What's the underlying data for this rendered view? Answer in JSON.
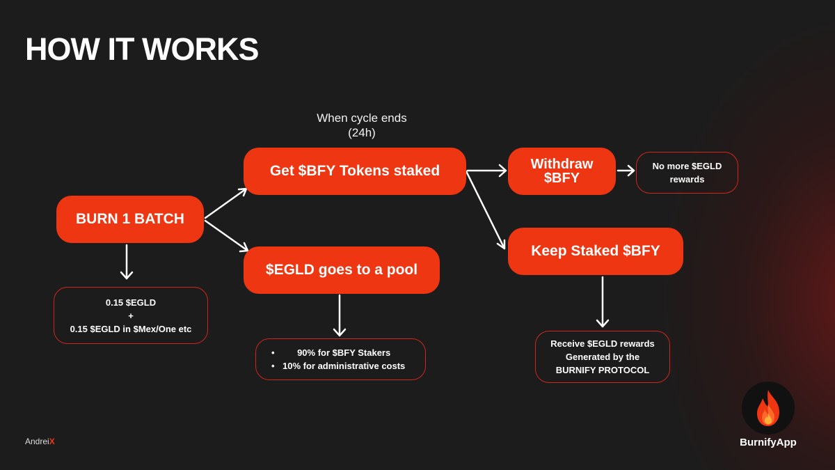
{
  "title": "HOW IT WORKS",
  "cycle_note": {
    "line1": "When cycle ends",
    "line2": "(24h)"
  },
  "boxes": {
    "burn": "BURN 1 BATCH",
    "get_staked": "Get $BFY Tokens staked",
    "pool": "$EGLD goes to a pool",
    "withdraw_line1": "Withdraw",
    "withdraw_line2": "$BFY",
    "keep": "Keep Staked $BFY"
  },
  "notes": {
    "cost": [
      "0.15 $EGLD",
      "+",
      "0.15 $EGLD in $Mex/One etc"
    ],
    "split": [
      "90% for $BFY Stakers",
      "10% for administrative costs"
    ],
    "no_more": [
      "No more $EGLD",
      "rewards"
    ],
    "receive": [
      "Receive $EGLD rewards",
      "Generated by the",
      "BURNIFY PROTOCOL"
    ]
  },
  "footer": {
    "author_prefix": "Andrei",
    "author_suffix": "X",
    "brand": "BurnifyApp"
  },
  "colors": {
    "accent": "#ee3612",
    "background": "#1c1c1c",
    "outline": "#d1271a"
  },
  "icons": {
    "logo": "flame-icon"
  }
}
